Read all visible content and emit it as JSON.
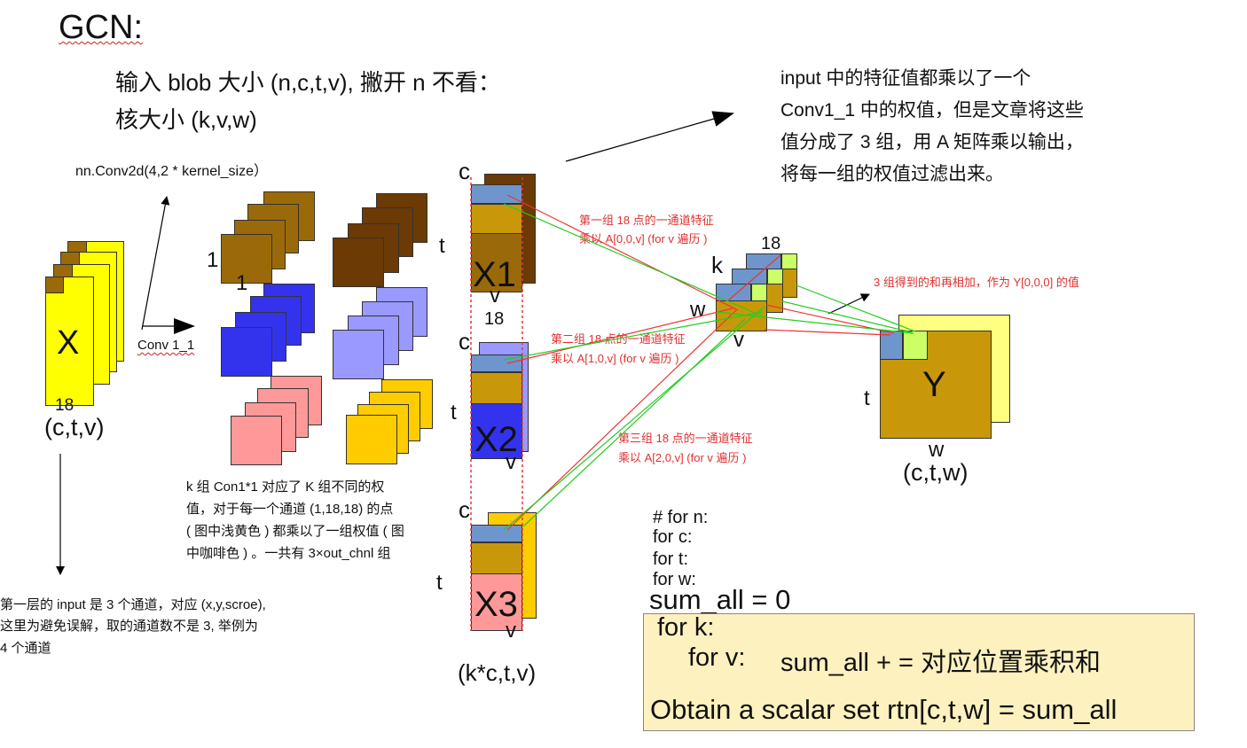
{
  "title": "GCN:",
  "header": {
    "line1": "输入 blob 大小 (n,c,t,v), 撇开 n 不看：",
    "line2": "核大小 (k,v,w)"
  },
  "right_note": [
    "input 中的特征值都乘以了一个",
    "Conv1_1 中的权值，但是文章将这些",
    "值分成了 3 组，用 A 矩阵乘以输出，",
    "将每一组的权值过滤出来。"
  ],
  "conv2d_label": "nn.Conv2d(4,2 * kernel_size）",
  "conv_label": "Conv 1_1",
  "input_block": {
    "label": "X",
    "size": "18",
    "shape": "(c,t,v)"
  },
  "kernel_ones": [
    "1",
    "1"
  ],
  "k_note": [
    "k 组 Con1*1 对应了 K 组不同的权",
    "值，对于每一个通道 (1,18,18) 的点",
    "( 图中浅黄色 ) 都乘以了一组权值 ( 图",
    "中咖啡色 ) 。一共有 3×out_chnl 组"
  ],
  "first_layer_note": [
    "第一层的 input 是 3 个通道，对应 (x,y,scroe),",
    "这里为避免误解，取的通道数不是 3, 举例为",
    "4 个通道"
  ],
  "groups": [
    {
      "label": "X1",
      "c": "c",
      "t": "t",
      "v": "v"
    },
    {
      "label": "X2",
      "c": "c",
      "t": "t",
      "v": "v"
    },
    {
      "label": "X3",
      "c": "c",
      "t": "t",
      "v": "v"
    }
  ],
  "group_size_label": "18",
  "stack_shape": "(k*c,t,v)",
  "group_notes": [
    [
      "第一组 18 点的一通道特征",
      "乘以 A[0,0,v] (for v 遍历 )"
    ],
    [
      "第二组 18 点的一通道特征",
      "乘以 A[1,0,v] (for v 遍历 )"
    ],
    [
      "第三组 18 点的一通道特征",
      "乘以 A[2,0,v] (for v 遍历 )"
    ]
  ],
  "A_block": {
    "size": "18",
    "k": "k",
    "w": "w",
    "v": "v"
  },
  "sum_note": "3 组得到的和再相加，作为 Y[0,0,0] 的值",
  "output_block": {
    "label": "Y",
    "t": "t",
    "w": "w",
    "shape": "(c,t,w)"
  },
  "code": {
    "lines": [
      "# for n:",
      "for c:",
      "for t:",
      "for w:"
    ],
    "sum_init": "sum_all = 0",
    "for_k": "for k:",
    "for_v": "for v:",
    "accum": "sum_all + =  对应位置乘积和",
    "result": "Obtain a scalar set rtn[c,t,w] = sum_all"
  },
  "colors": {
    "yellow": "#ffff00",
    "brown_light": "#9a6a0a",
    "brown_dark": "#6b3a05",
    "blue": "#3333ee",
    "blue_light": "#9999ff",
    "pink": "#ff9999",
    "gold": "#ffcc00",
    "steel_blue": "#6f96cc",
    "mustard": "#c8980a",
    "lime": "#ccff66",
    "pale_yellow": "#ffff80",
    "red_line": "#ee3333",
    "green_line": "#22cc22"
  }
}
